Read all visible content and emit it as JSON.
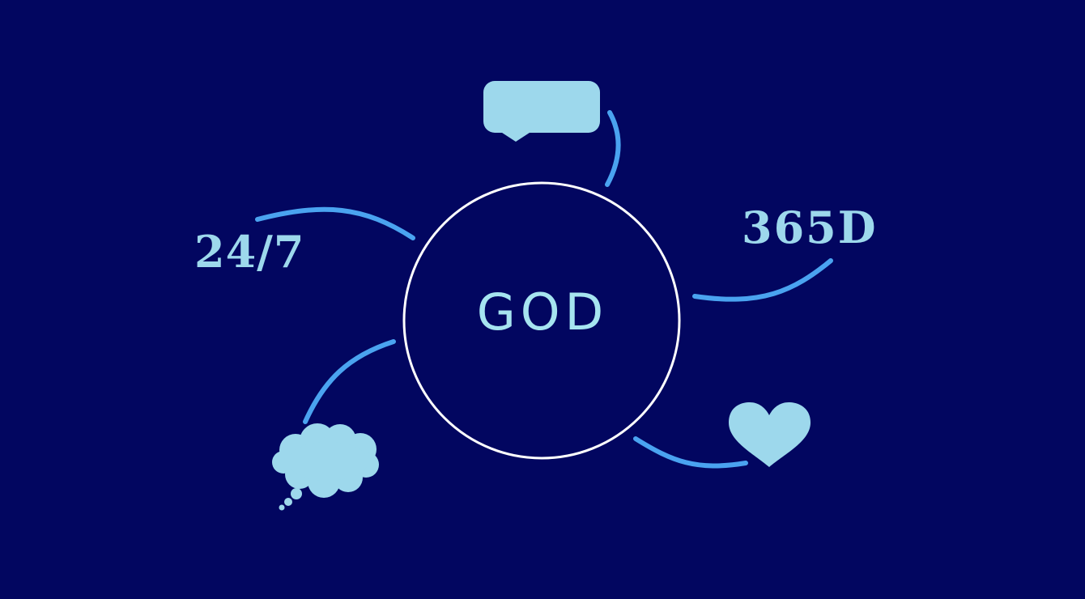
{
  "diagram": {
    "center": {
      "label": "GOD"
    },
    "nodes": [
      {
        "label": "24/7",
        "icon": "text"
      },
      {
        "label": "365D",
        "icon": "text"
      },
      {
        "label": "",
        "icon": "speech-bubble-icon"
      },
      {
        "label": "",
        "icon": "thought-cloud-icon"
      },
      {
        "label": "",
        "icon": "heart-icon"
      }
    ]
  },
  "colors": {
    "background": "#020660",
    "connector": "#4aa3f0",
    "icon_fill": "#9dd8ec",
    "circle_stroke": "#ffffff"
  }
}
